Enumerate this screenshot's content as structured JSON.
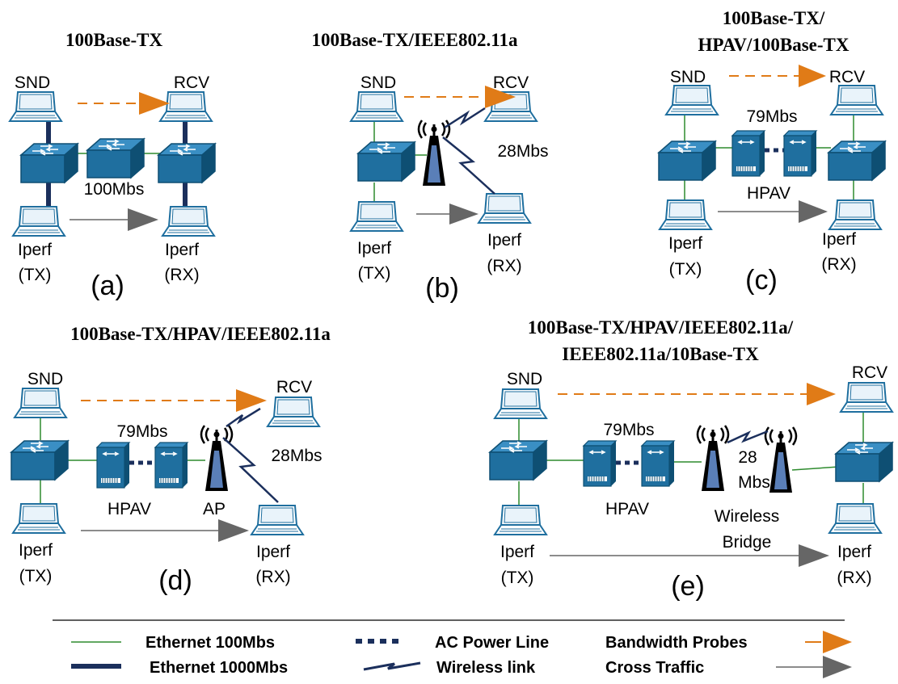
{
  "diagrams": {
    "a": {
      "title": "100Base-TX",
      "letter": "(a)",
      "snd": "SND",
      "rcv": "RCV",
      "iperf_tx": [
        "Iperf",
        "(TX)"
      ],
      "iperf_rx": [
        "Iperf",
        "(RX)"
      ],
      "link": "100Mbs"
    },
    "b": {
      "title": "100Base-TX/IEEE802.11a",
      "letter": "(b)",
      "snd": "SND",
      "rcv": "RCV",
      "iperf_tx": [
        "Iperf",
        "(TX)"
      ],
      "iperf_rx": [
        "Iperf",
        "(RX)"
      ],
      "link": "28Mbs"
    },
    "c": {
      "title": [
        "100Base-TX/",
        "HPAV/100Base-TX"
      ],
      "letter": "(c)",
      "snd": "SND",
      "rcv": "RCV",
      "iperf_tx": [
        "Iperf",
        "(TX)"
      ],
      "iperf_rx": [
        "Iperf",
        "(RX)"
      ],
      "link": "79Mbs",
      "hpav": "HPAV"
    },
    "d": {
      "title": "100Base-TX/HPAV/IEEE802.11a",
      "letter": "(d)",
      "snd": "SND",
      "rcv": "RCV",
      "iperf_tx": [
        "Iperf",
        "(TX)"
      ],
      "iperf_rx": [
        "Iperf",
        "(RX)"
      ],
      "link_plc": "79Mbs",
      "link_wifi": "28Mbs",
      "hpav": "HPAV",
      "ap": "AP"
    },
    "e": {
      "title": [
        "100Base-TX/HPAV/IEEE802.11a/",
        "IEEE802.11a/10Base-TX"
      ],
      "letter": "(e)",
      "snd": "SND",
      "rcv": "RCV",
      "iperf_tx": [
        "Iperf",
        "(TX)"
      ],
      "iperf_rx": [
        "Iperf",
        "(RX)"
      ],
      "link_plc": "79Mbs",
      "link_wifi": [
        "28",
        "Mbs"
      ],
      "hpav": "HPAV",
      "bridge": [
        "Wireless",
        "Bridge"
      ]
    }
  },
  "legend": {
    "eth100": "Ethernet 100Mbs",
    "eth1000": "Ethernet 1000Mbs",
    "plc": "AC Power Line",
    "wireless": "Wireless link",
    "probes": "Bandwidth Probes",
    "cross": "Cross Traffic"
  },
  "colors": {
    "device": "#1f6f9f",
    "device_dark": "#0e4f73",
    "eth100": "#2e8b2e",
    "eth1000": "#1b2f5c",
    "probe": "#e07b17",
    "cross": "#666666",
    "antenna": "#1b2f5c"
  }
}
